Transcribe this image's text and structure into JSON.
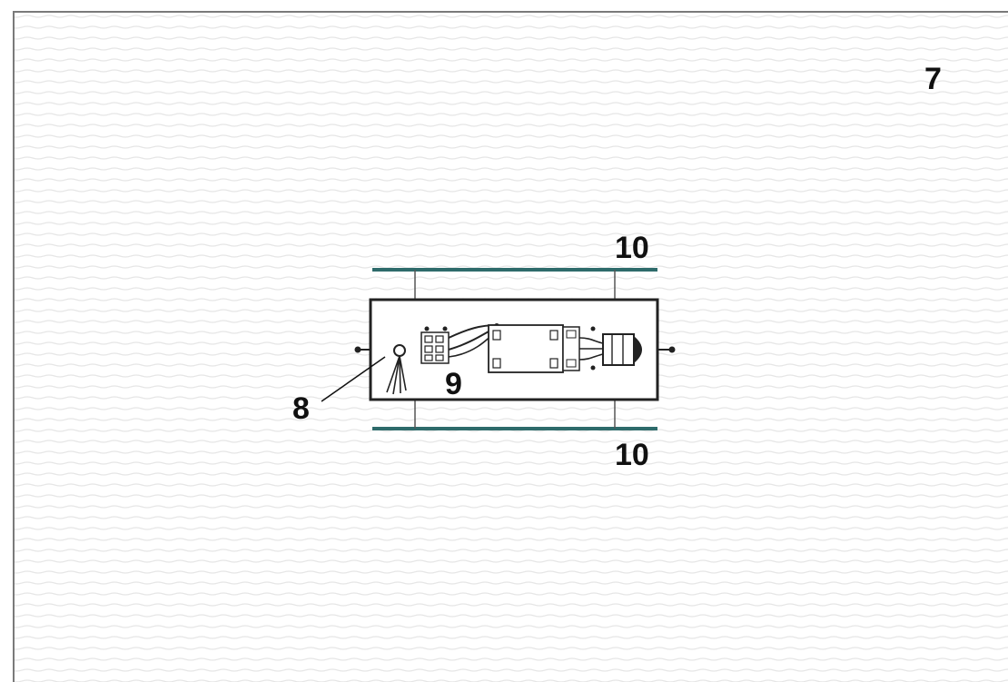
{
  "labels": {
    "panel": "7",
    "sensor": "8",
    "connector": "9",
    "rail_top": "10",
    "rail_bottom": "10"
  },
  "colors": {
    "rail": "#2e6b6b",
    "line": "#222222",
    "panel_border": "#7a7a7a",
    "hatch": "#e9e9e9"
  },
  "icons": {
    "panel": "hatched-panel",
    "device": "instrument-housing",
    "sensor": "probe-icon",
    "connector": "terminal-block-icon",
    "module": "electronics-module-icon",
    "plug": "plug-connector-icon"
  }
}
